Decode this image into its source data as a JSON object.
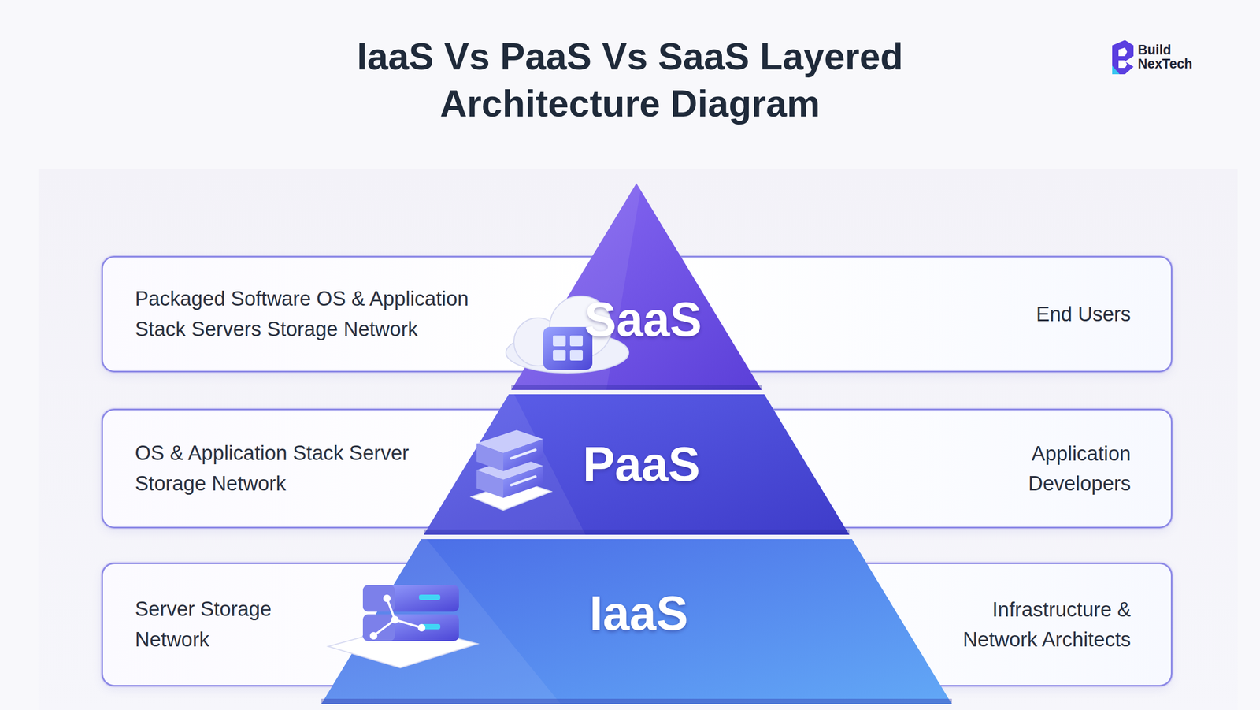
{
  "diagram": {
    "title": "IaaS Vs PaaS Vs SaaS Layered Architecture Diagram",
    "nodes": [
      {
        "text": [
          "Packaged Software OS & Application Stack Servers Storage Network",
          "End Users"
        ]
      },
      {
        "text": [
          "SaaS"
        ]
      },
      {
        "text": [
          "OS & Application Stack Server Storage Network",
          "Application Developers"
        ]
      },
      {
        "text": [
          "PaaS"
        ]
      },
      {
        "text": [
          "Server Storage Network",
          "Infrastructure & Network Architects"
        ]
      },
      {
        "text": [
          "IaaS"
        ]
      }
    ],
    "labels": [
      "Build NexTech"
    ]
  }
}
